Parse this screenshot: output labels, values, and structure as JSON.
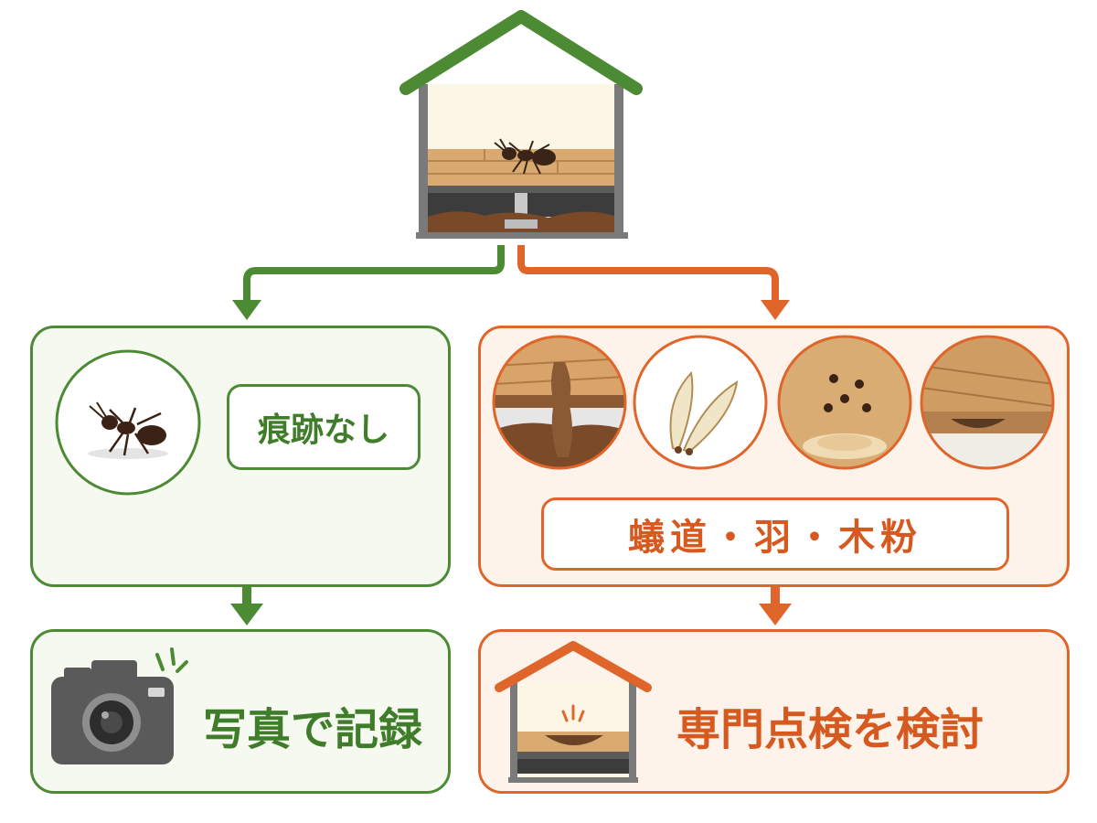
{
  "colors": {
    "green": "#4c8a34",
    "orange": "#e0652a",
    "green_fill": "#f5f9ef",
    "orange_fill": "#fdf3ea"
  },
  "top": {
    "icon": "house-with-ant-on-floor-icon"
  },
  "left_branch": {
    "label": "痕跡なし",
    "icon": "ant-icon",
    "action": {
      "label": "写真で記録",
      "icon": "camera-icon"
    }
  },
  "right_branch": {
    "label": "蟻道・羽・木粉",
    "signs": [
      {
        "icon": "mud-tube-icon"
      },
      {
        "icon": "wings-icon"
      },
      {
        "icon": "wood-dust-holes-icon"
      },
      {
        "icon": "damaged-floorboard-icon"
      }
    ],
    "action": {
      "label": "専門点検を検討",
      "icon": "house-inspection-icon"
    }
  }
}
